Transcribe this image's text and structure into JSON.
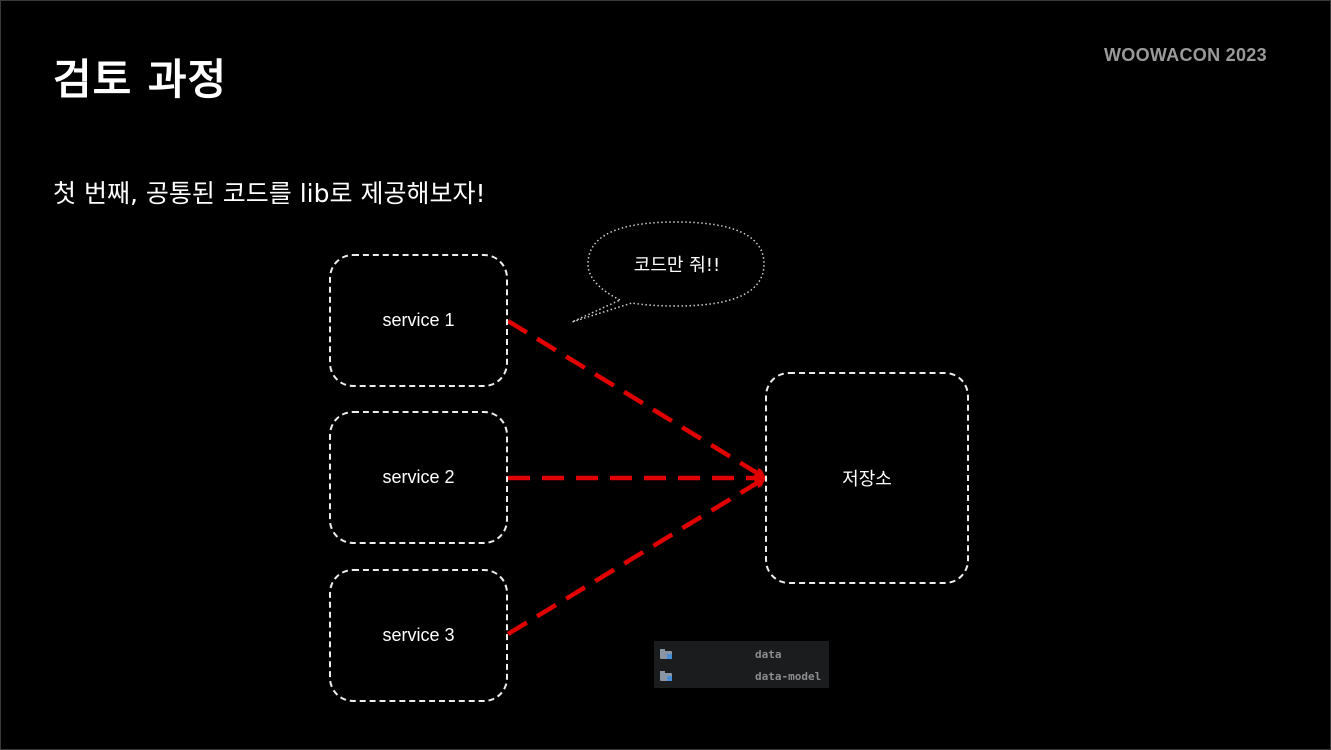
{
  "slide": {
    "title": "검토 과정",
    "brand": "WOOWACON 2023",
    "subtitle": "첫 번째, 공통된 코드를 lib로 제공해보자!"
  },
  "diagram": {
    "services": [
      {
        "label": "service 1"
      },
      {
        "label": "service 2"
      },
      {
        "label": "service 3"
      }
    ],
    "storage": {
      "label": "저장소"
    },
    "speech_bubble": {
      "text": "코드만 줘!!"
    },
    "arrow_color": "#e00000",
    "node_border_color": "#ececec"
  },
  "file_panel": {
    "items": [
      {
        "name": "data",
        "icon": "folder-icon"
      },
      {
        "name": "data-model",
        "icon": "folder-icon"
      }
    ]
  }
}
